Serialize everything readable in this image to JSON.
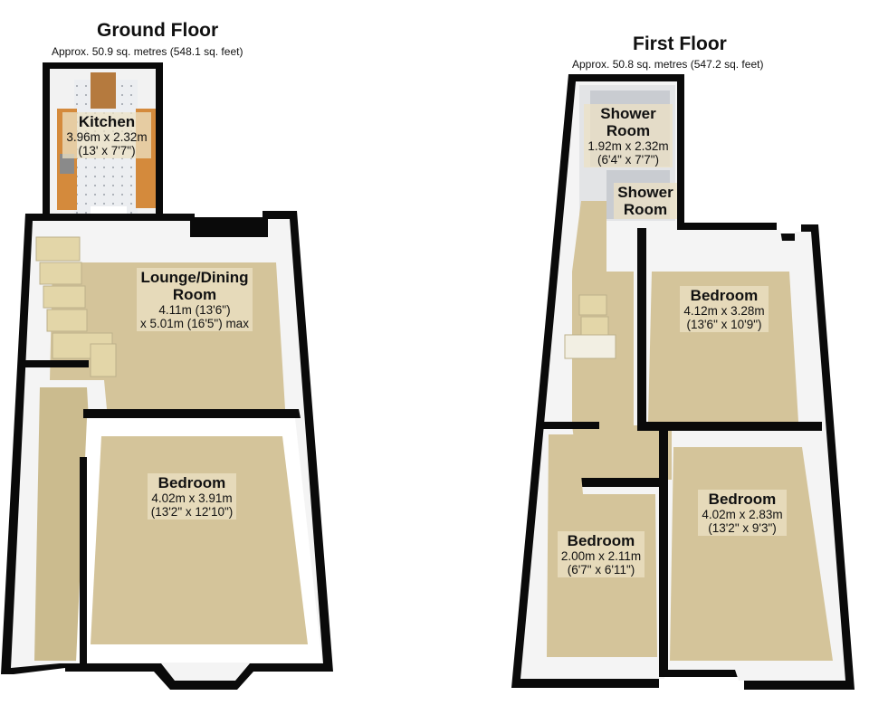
{
  "ground_floor": {
    "title": "Ground Floor",
    "area": "Approx. 50.9 sq. metres (548.1 sq. feet)",
    "rooms": {
      "kitchen": {
        "name": "Kitchen",
        "dim_m": "3.96m x 2.32m",
        "dim_ft": "(13' x 7'7\")"
      },
      "lounge": {
        "name_line1": "Lounge/Dining",
        "name_line2": "Room",
        "dim_m": "4.11m (13'6\")",
        "dim_ft": "x 5.01m (16'5\") max"
      },
      "bedroom": {
        "name": "Bedroom",
        "dim_m": "4.02m x 3.91m",
        "dim_ft": "(13'2\" x 12'10\")"
      }
    }
  },
  "first_floor": {
    "title": "First Floor",
    "area": "Approx. 50.8 sq. metres (547.2 sq. feet)",
    "rooms": {
      "shower_room_1": {
        "name_line1": "Shower",
        "name_line2": "Room",
        "dim_m": "1.92m x 2.32m",
        "dim_ft": "(6'4\" x 7'7\")"
      },
      "shower_room_2": {
        "name_line1": "Shower",
        "name_line2": "Room"
      },
      "bedroom_1": {
        "name": "Bedroom",
        "dim_m": "4.12m x 3.28m",
        "dim_ft": "(13'6\" x 10'9\")"
      },
      "bedroom_2": {
        "name": "Bedroom",
        "dim_m": "4.02m x 2.83m",
        "dim_ft": "(13'2\" x 9'3\")"
      },
      "bedroom_3": {
        "name": "Bedroom",
        "dim_m": "2.00m x 2.11m",
        "dim_ft": "(6'7\" x 6'11\")"
      }
    }
  },
  "colors": {
    "floor": "#d4c49a",
    "wall": "#0a0a0a",
    "wall_inner": "#f4f4f4",
    "kitchen_unit": "#d48a3c",
    "tile": "#e9ebee"
  }
}
